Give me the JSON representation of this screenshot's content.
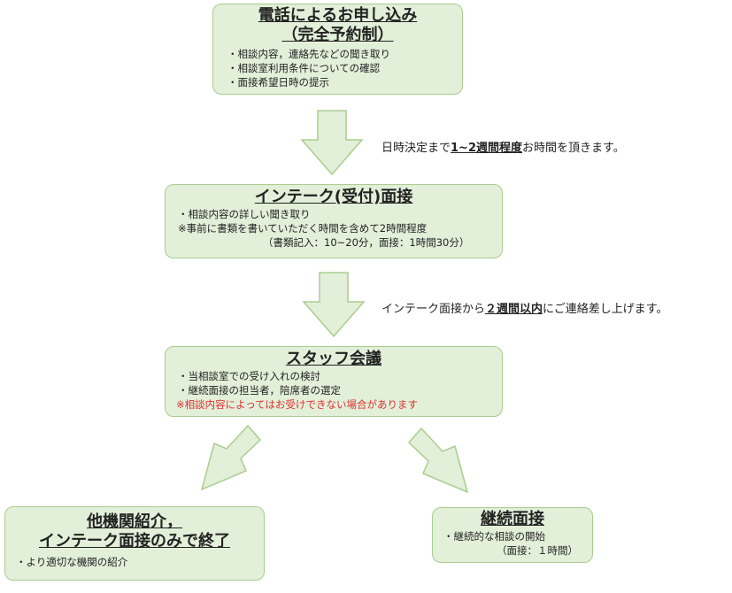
{
  "box1": {
    "title_1": "電話によるお申し込み",
    "title_2": "（完全予約制）",
    "lines": [
      "・相談内容，連絡先などの聞き取り",
      "・相談室利用条件についての確認",
      "・面接希望日時の提示"
    ]
  },
  "note1": {
    "before": "日時決定まで",
    "bold": "1~2週間程度",
    "after": "お時間を頂きます。"
  },
  "box2": {
    "title": "インテーク(受付)面接",
    "lines": [
      "・相談内容の詳しい聞き取り",
      "※事前に書類を書いていただく時間を含めて2時間程度",
      "（書類記入：10~20分，面接：1時間30分）"
    ]
  },
  "note2": {
    "before": "インテーク面接から",
    "bold": "２週間以内",
    "after": "にご連絡差し上げます。"
  },
  "box3": {
    "title": "スタッフ会議",
    "lines": [
      "・当相談室での受け入れの検討",
      "・継続面接の担当者，陪席者の選定"
    ],
    "warning": "※相談内容によってはお受けできない場合があります"
  },
  "box4": {
    "title_1": "他機関紹介，",
    "title_2": "インテーク面接のみで終了",
    "lines": [
      "・より適切な機関の紹介"
    ]
  },
  "box5": {
    "title": "継続面接",
    "lines": [
      "・継続的な相談の開始",
      "（面接：１時間）"
    ]
  },
  "colors": {
    "box_fill": "#e2efd9",
    "box_border": "#a9cd8f",
    "warning": "#e03030"
  }
}
